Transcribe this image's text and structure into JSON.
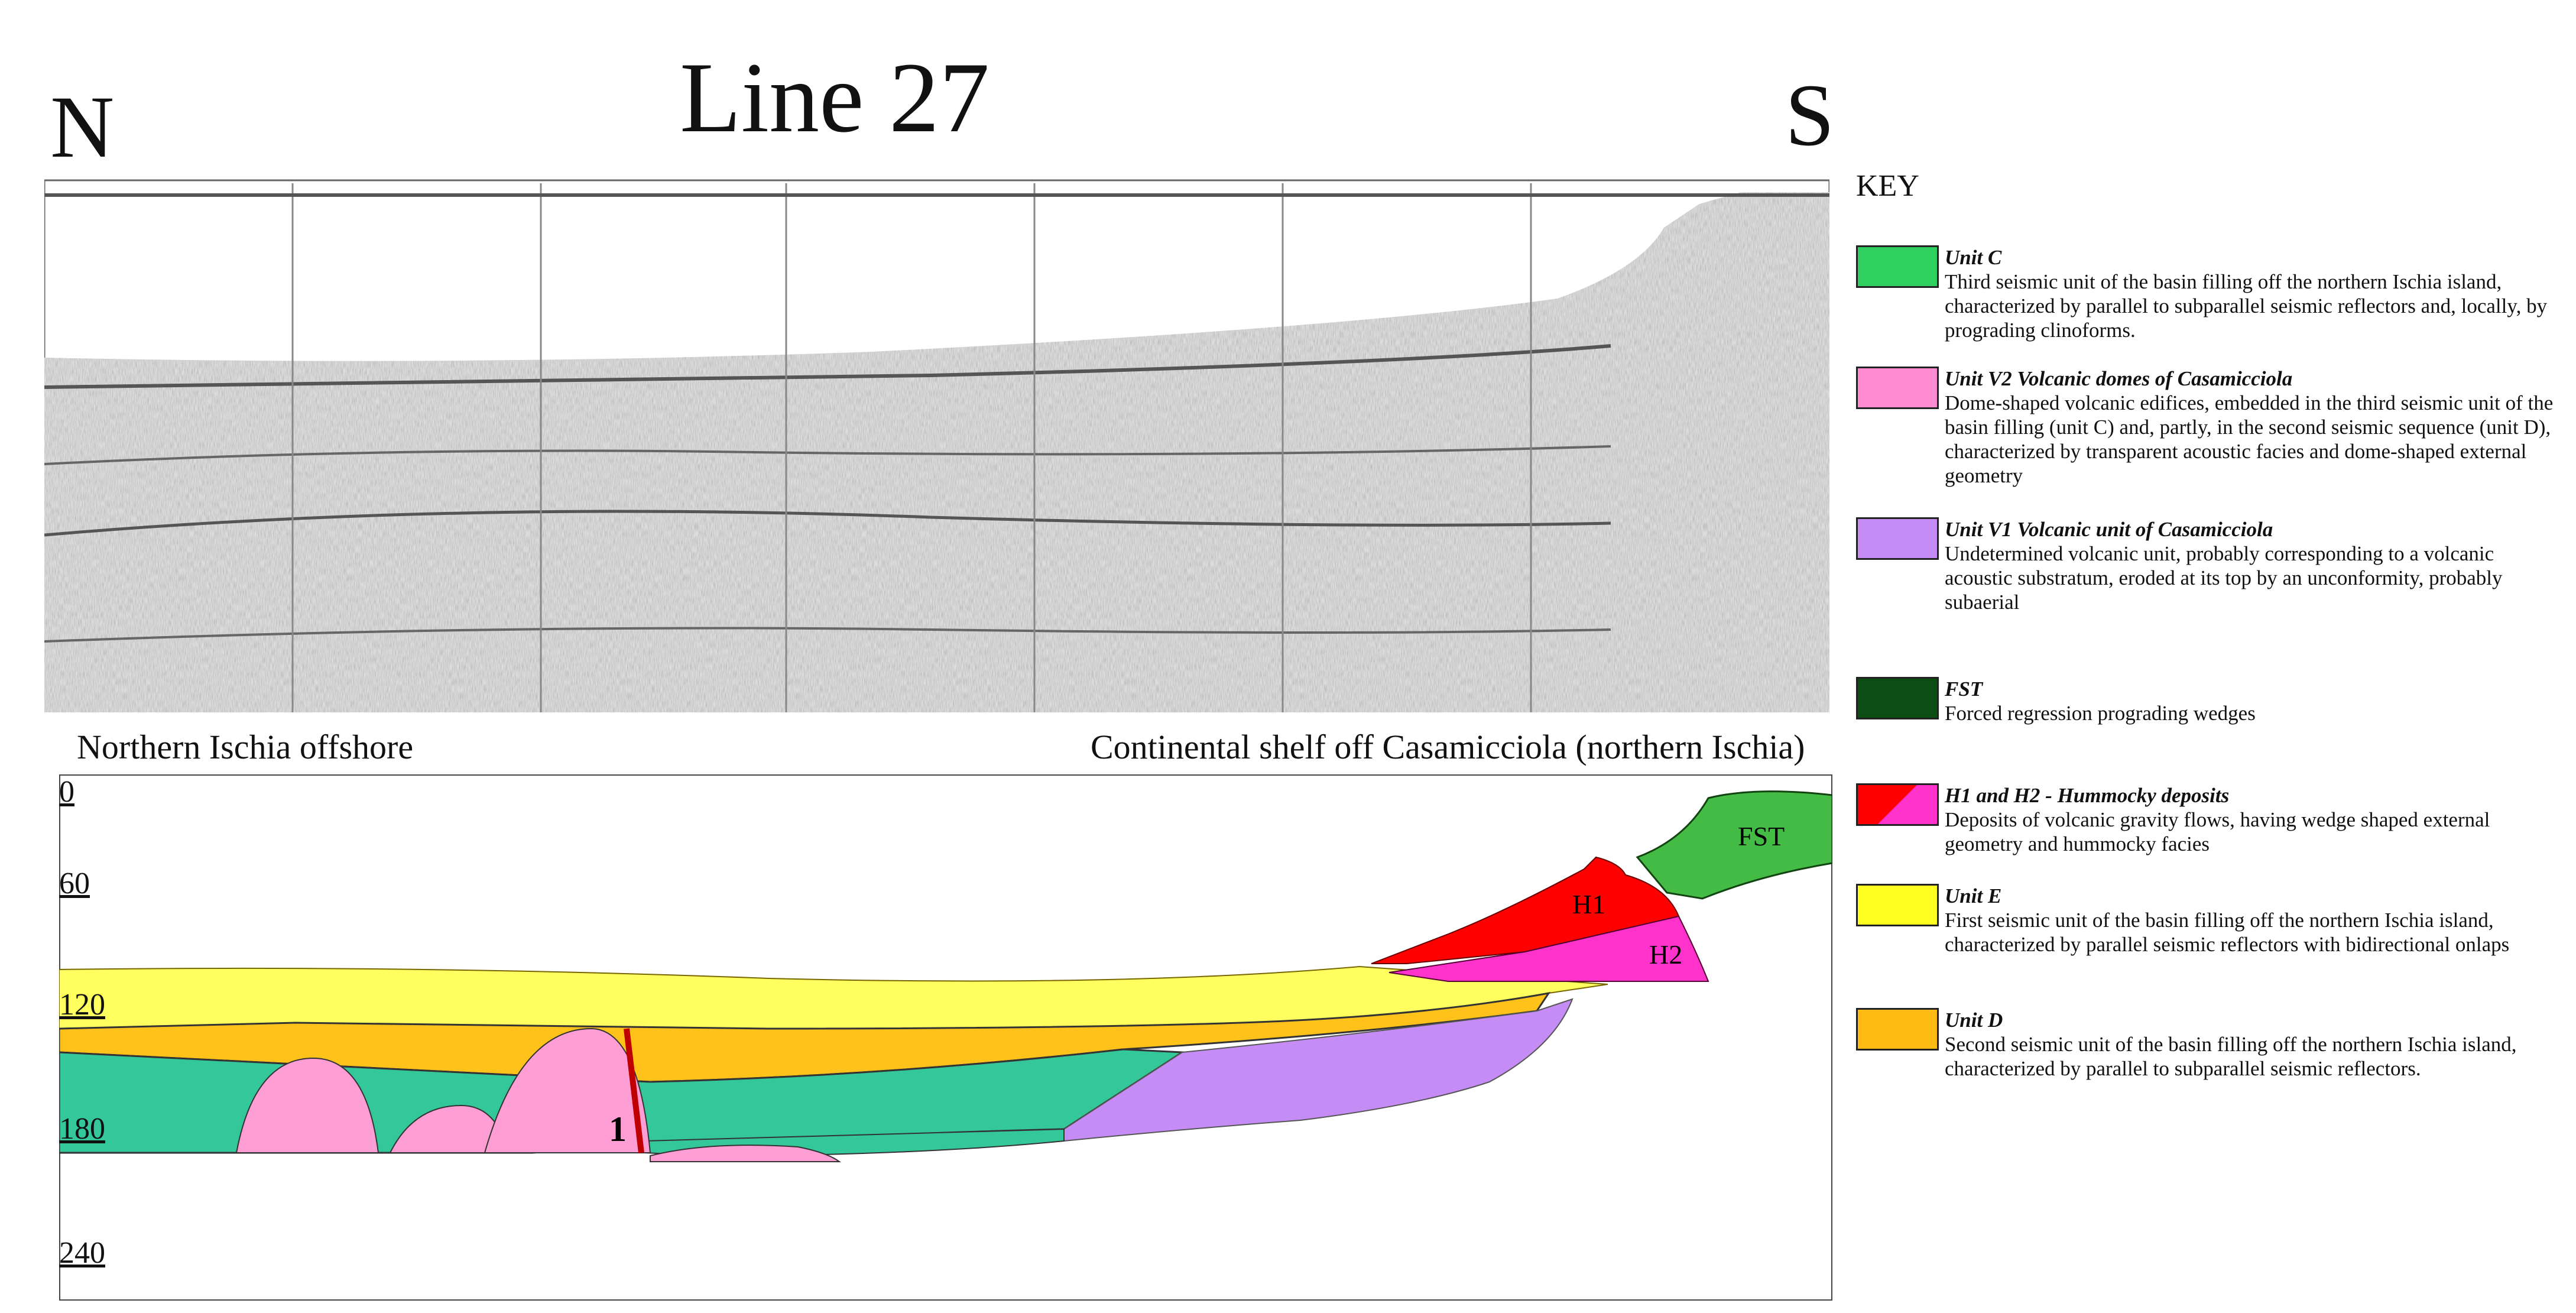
{
  "title": "Line 27",
  "orientation": {
    "north": "N",
    "south": "S"
  },
  "section": {
    "left_label": "Northern Ischia offshore",
    "right_label": "Continental shelf off Casamicciola (northern Ischia)",
    "depth_ticks": [
      "0",
      "60",
      "120",
      "180",
      "240"
    ],
    "fault_label": "1",
    "body_labels": {
      "h1": "H1",
      "h2": "H2",
      "fst": "FST"
    }
  },
  "colors": {
    "unit_c": "#2fcf60",
    "unit_v2": "#ff8cd0",
    "unit_v1": "#c58cf5",
    "fst": "#0b4d12",
    "h1": "#ff0000",
    "h2": "#ff33cc",
    "unit_e": "#ffff22",
    "unit_d": "#ffbb11",
    "teal_section": "#33c79a",
    "orange_section": "#ffc21a",
    "yellow_section": "#ffff60"
  },
  "key": {
    "title": "KEY",
    "items": [
      {
        "id": "unit_c",
        "name": "Unit C",
        "desc": "Third seismic unit of the basin filling off the northern Ischia island, characterized by parallel to subparallel seismic reflectors and, locally, by prograding clinoforms."
      },
      {
        "id": "unit_v2",
        "name": "Unit V2 Volcanic domes of Casamicciola",
        "desc": "Dome-shaped volcanic edifices, embedded in the third seismic unit of the basin filling (unit C) and, partly, in the second seismic sequence (unit D), characterized by transparent acoustic facies and dome-shaped external geometry"
      },
      {
        "id": "unit_v1",
        "name": "Unit V1 Volcanic unit of Casamicciola",
        "desc": "Undetermined volcanic unit, probably corresponding to a volcanic acoustic substratum, eroded at its top by an unconformity, probably subaerial"
      },
      {
        "id": "fst",
        "name": "FST",
        "desc": "Forced regression prograding wedges"
      },
      {
        "id": "h",
        "name": "H1 and H2 - Hummocky deposits",
        "desc": "Deposits of volcanic gravity flows, having wedge shaped external geometry and hummocky facies"
      },
      {
        "id": "unit_e",
        "name": "Unit E",
        "desc": "First seismic unit of the basin filling off the northern Ischia island, characterized by parallel seismic reflectors with bidirectional onlaps"
      },
      {
        "id": "unit_d",
        "name": "Unit D",
        "desc": "Second seismic unit of the basin filling off the northern Ischia island, characterized by parallel to subparallel seismic reflectors."
      }
    ]
  }
}
